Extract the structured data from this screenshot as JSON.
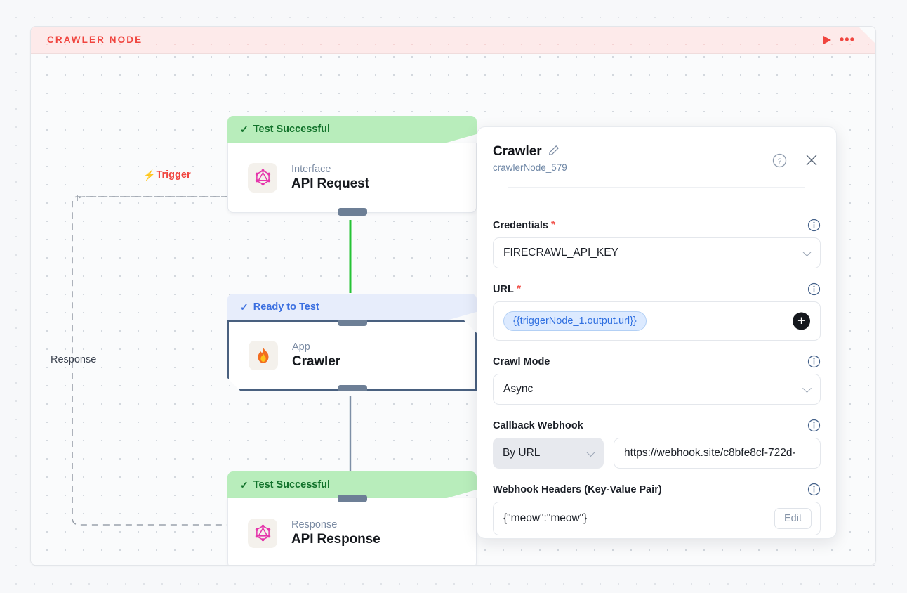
{
  "workflow": {
    "title": "CRAWLER NODE",
    "run_icon": "play-icon",
    "more_icon": "ellipsis-icon"
  },
  "edges": {
    "trigger_label": "Trigger",
    "trigger_bolt": "⚡",
    "response_label": "Response"
  },
  "nodes": [
    {
      "status": "Test Successful",
      "status_check": "✓",
      "kind": "Interface",
      "name": "API Request",
      "icon": "graphql-icon"
    },
    {
      "status": "Ready to Test",
      "status_check": "✓",
      "kind": "App",
      "name": "Crawler",
      "icon": "fire-icon"
    },
    {
      "status": "Test Successful",
      "status_check": "✓",
      "kind": "Response",
      "name": "API Response",
      "icon": "graphql-icon"
    }
  ],
  "panel": {
    "title": "Crawler",
    "subtitle": "crawlerNode_579",
    "edit_icon": "pencil-icon",
    "help_icon": "question-circle-icon",
    "close_icon": "close-icon",
    "fields": {
      "credentials": {
        "label": "Credentials",
        "required": "*",
        "value": "FIRECRAWL_API_KEY",
        "info_icon": "info-icon"
      },
      "url": {
        "label": "URL",
        "required": "*",
        "token": "{{triggerNode_1.output.url}}",
        "add_label": "+",
        "info_icon": "info-icon"
      },
      "crawl_mode": {
        "label": "Crawl Mode",
        "value": "Async",
        "info_icon": "info-icon"
      },
      "callback_webhook": {
        "label": "Callback Webhook",
        "mode": "By URL",
        "url": "https://webhook.site/c8bfe8cf-722d-",
        "info_icon": "info-icon"
      },
      "webhook_headers": {
        "label": "Webhook Headers (Key-Value Pair)",
        "value": "{\"meow\":\"meow\"}",
        "edit_label": "Edit",
        "info_icon": "info-icon"
      }
    }
  },
  "colors": {
    "brand_red": "#f0453f",
    "success_green": "#b8edbb",
    "success_text": "#11722a",
    "ready_blue": "#e7edfb",
    "ready_text": "#3b6fe0",
    "edge_green": "#25c335",
    "edge_gray": "#7d8fa6",
    "token_blue": "#2f6fe0"
  }
}
